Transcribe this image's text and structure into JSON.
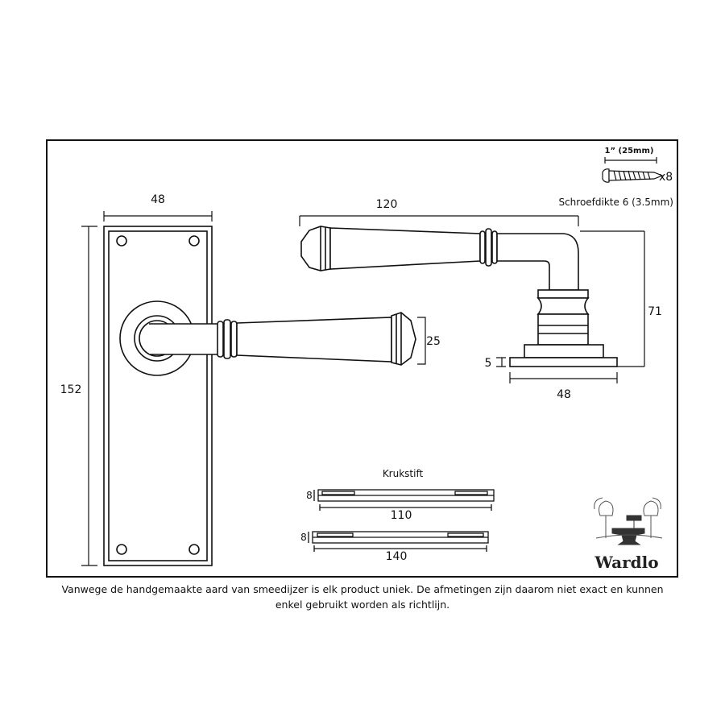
{
  "dimensions": {
    "backplate_width": "48",
    "backplate_height": "152",
    "lever_length": "120",
    "lever_diameter": "25",
    "lever_height": "71",
    "rose_thickness": "5",
    "rose_width": "48"
  },
  "screw": {
    "length": "1” (25mm)",
    "quantity": "x8",
    "gauge": "Schroefdikte 6 (3.5mm)"
  },
  "spindle": {
    "title": "Krukstift",
    "items": [
      {
        "size": "8",
        "length": "110"
      },
      {
        "size": "8",
        "length": "140"
      }
    ]
  },
  "brand": {
    "name": "Wardlo"
  },
  "disclaimer": "Vanwege de handgemaakte aard van smeedijzer is elk product uniek. De afmetingen zijn daarom niet exact en kunnen enkel gebruikt worden als richtlijn."
}
